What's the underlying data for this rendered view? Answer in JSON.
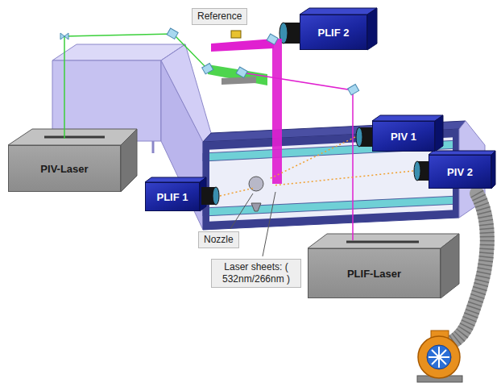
{
  "diagram": {
    "nodes": [
      {
        "text": [
          "Reference"
        ]
      },
      {
        "text": [
          "PLIF 2"
        ]
      },
      {
        "text": [
          "PIV-Laser"
        ]
      },
      {
        "text": [
          "PIV 1"
        ]
      },
      {
        "text": [
          "PIV 2"
        ]
      },
      {
        "text": [
          "PLIF 1"
        ]
      },
      {
        "text": [
          "Nozzle"
        ]
      },
      {
        "text": [
          "PLIF-Laser"
        ]
      },
      {
        "text": [
          "Laser sheets: ( 532nm/266nm )"
        ]
      }
    ]
  }
}
